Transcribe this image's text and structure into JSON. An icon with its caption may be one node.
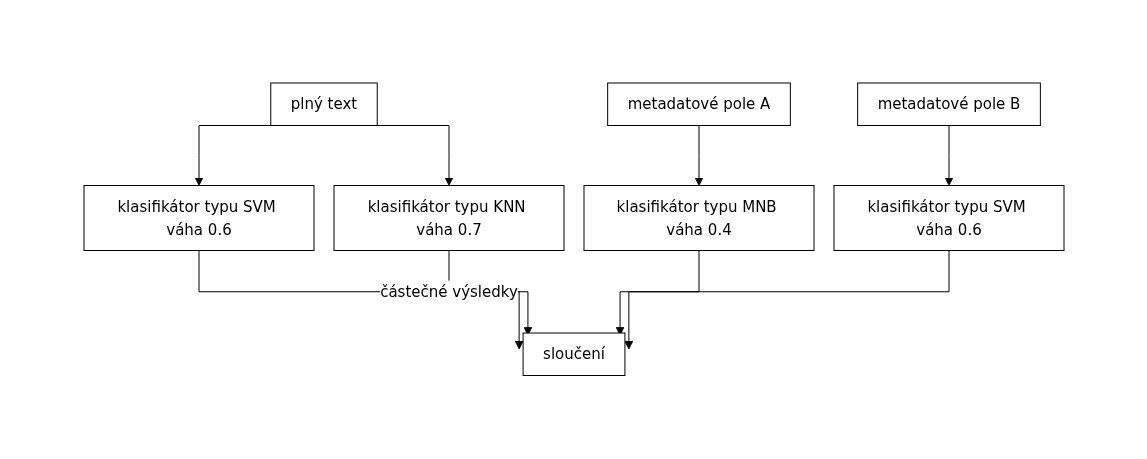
{
  "diagram": {
    "nodes": [
      {
        "text": [
          "plný text"
        ]
      },
      {
        "text": [
          "metadatové pole A"
        ]
      },
      {
        "text": [
          "metadatové pole B"
        ]
      },
      {
        "text": [
          "klasifikátor typu SVM váha 0.6"
        ]
      },
      {
        "text": [
          "klasifikátor typu KNN váha 0.7"
        ]
      },
      {
        "text": [
          "klasifikátor typu MNB váha 0.4"
        ]
      },
      {
        "text": [
          "klasifikátor typu SVM váha 0.6"
        ]
      },
      {
        "text": [
          "sloučení"
        ]
      }
    ],
    "edges": [
      {
        "from": 0,
        "to": 3,
        "arrow": "to"
      },
      {
        "from": 0,
        "to": 4,
        "arrow": "to"
      },
      {
        "from": 1,
        "to": 5,
        "arrow": "to"
      },
      {
        "from": 2,
        "to": 6,
        "arrow": "to"
      },
      {
        "from": 3,
        "to": 7,
        "arrow": "to"
      },
      {
        "from": 4,
        "to": 7,
        "arrow": "to",
        "label": "částečné výsledky"
      },
      {
        "from": 5,
        "to": 7,
        "arrow": "to"
      },
      {
        "from": 6,
        "to": 7,
        "arrow": "to"
      }
    ]
  }
}
